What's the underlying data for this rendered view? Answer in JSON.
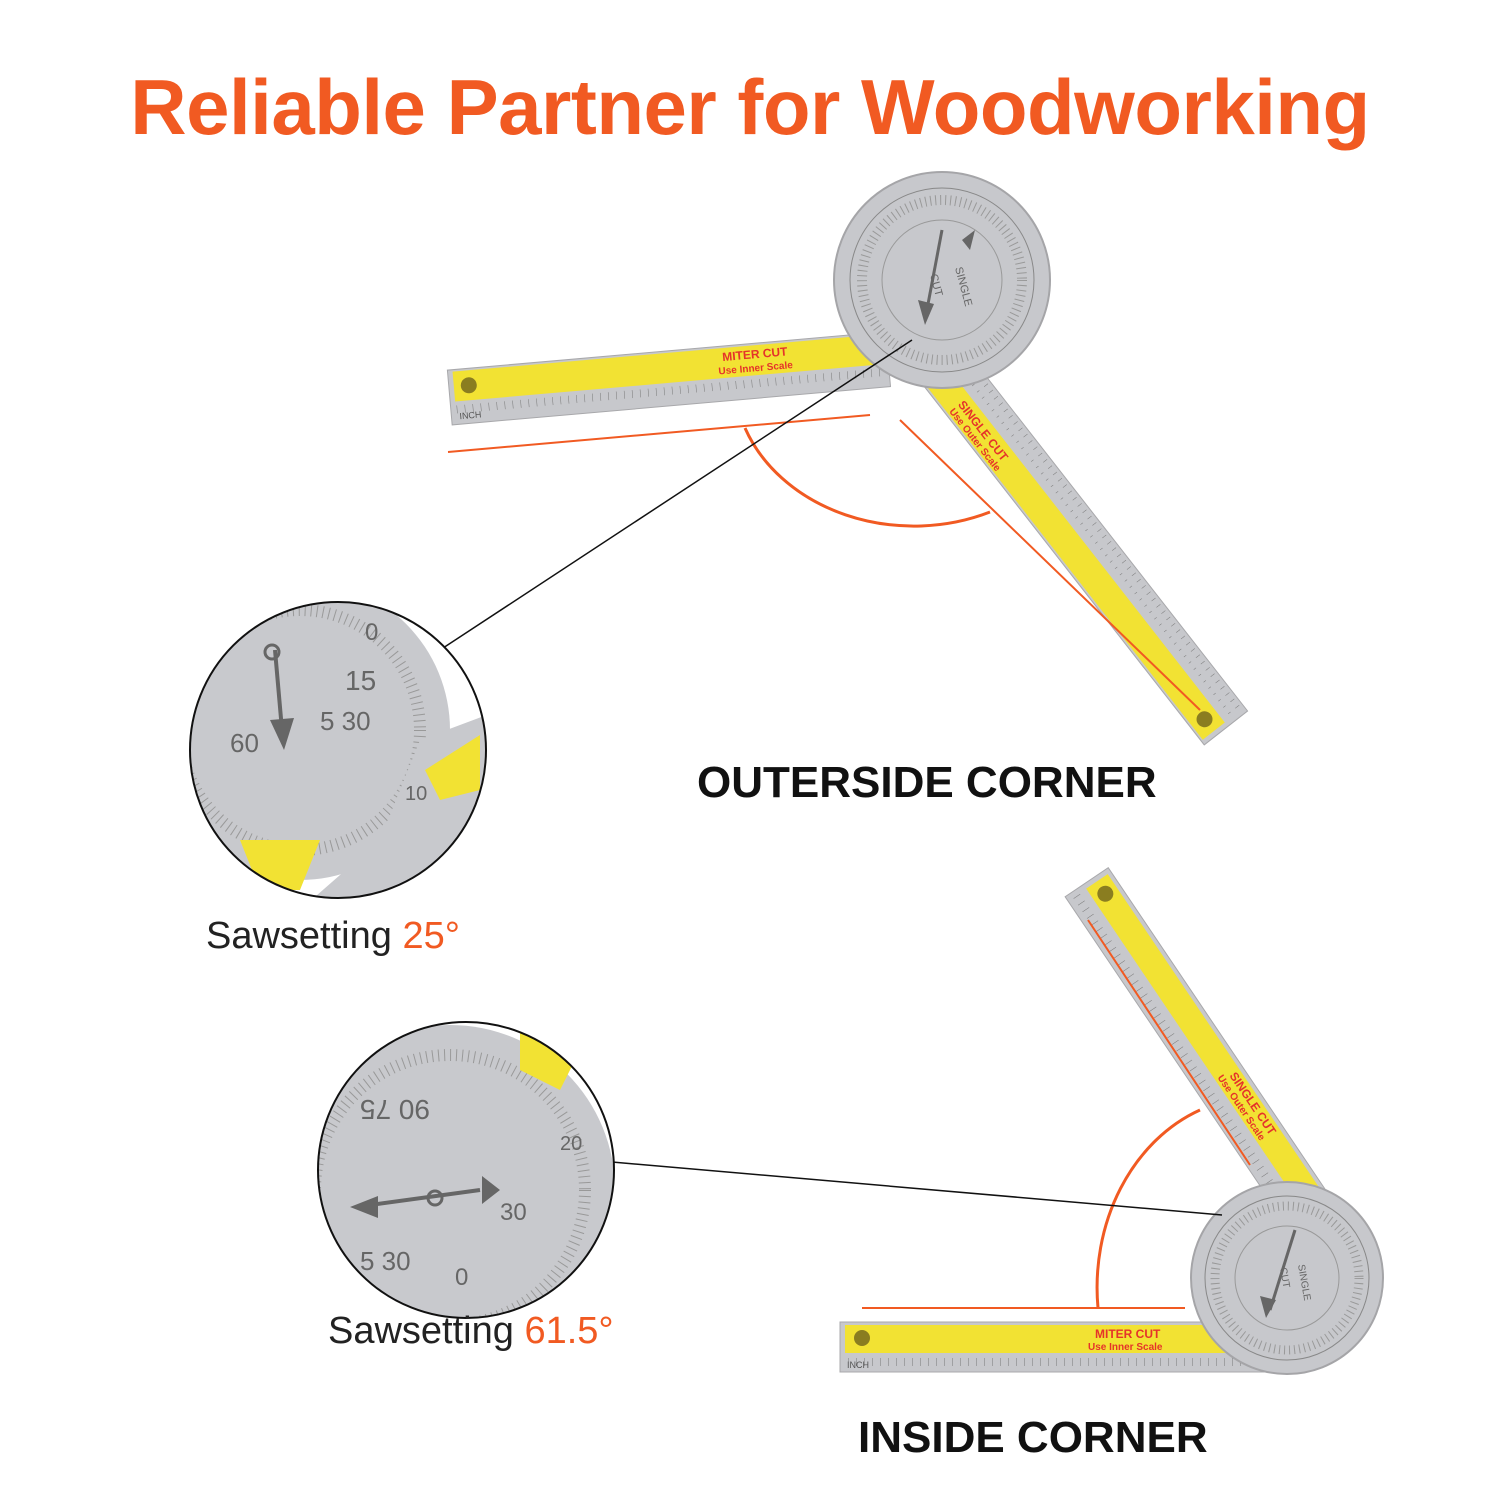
{
  "title": "Reliable Partner for Woodworking",
  "accent_color": "#f15a22",
  "tool_colors": {
    "body": "#c9c9cc",
    "stripe": "#f2e233",
    "marking": "#555555",
    "text_red": "#e5332a"
  },
  "outside": {
    "label": "OUTERSIDE CORNER",
    "saw_prefix": "Sawsetting",
    "saw_value": "25°",
    "angle_marker": "orange-arc"
  },
  "inside": {
    "label": "INSIDE CORNER",
    "saw_prefix": "Sawsetting",
    "saw_value": "61.5°",
    "angle_marker": "orange-arc"
  },
  "tool_text": {
    "miter_cut": "MITER CUT",
    "use_inner": "Use Inner Scale",
    "single_cut": "SINGLE CUT",
    "use_outer": "Use Outer Scale",
    "inch": "INCH",
    "cut": "CUT",
    "single": "SINGLE"
  }
}
